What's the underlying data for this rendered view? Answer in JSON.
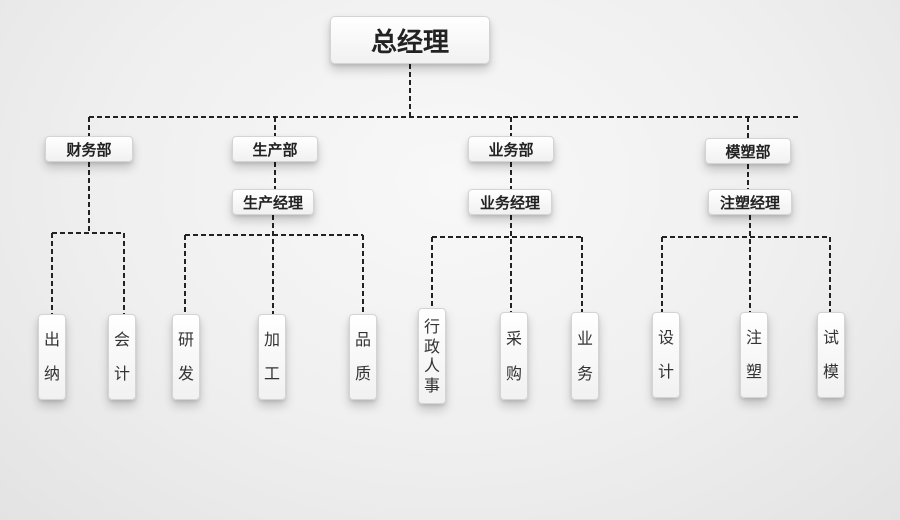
{
  "top": "总经理",
  "departments": [
    {
      "name": "财务部",
      "manager": "",
      "units": [
        [
          "出",
          "纳"
        ],
        [
          "会",
          "计"
        ]
      ]
    },
    {
      "name": "生产部",
      "manager": "生产经理",
      "units": [
        [
          "研",
          "发"
        ],
        [
          "加",
          "工"
        ],
        [
          "品",
          "质"
        ]
      ]
    },
    {
      "name": "业务部",
      "manager": "业务经理",
      "units": [
        [
          "行",
          "政",
          "人",
          "事"
        ],
        [
          "采",
          "购"
        ],
        [
          "业",
          "务"
        ]
      ]
    },
    {
      "name": "模塑部",
      "manager": "注塑经理",
      "units": [
        [
          "设",
          "计"
        ],
        [
          "注",
          "塑"
        ],
        [
          "试",
          "模"
        ]
      ]
    }
  ],
  "line_color": "#222222"
}
